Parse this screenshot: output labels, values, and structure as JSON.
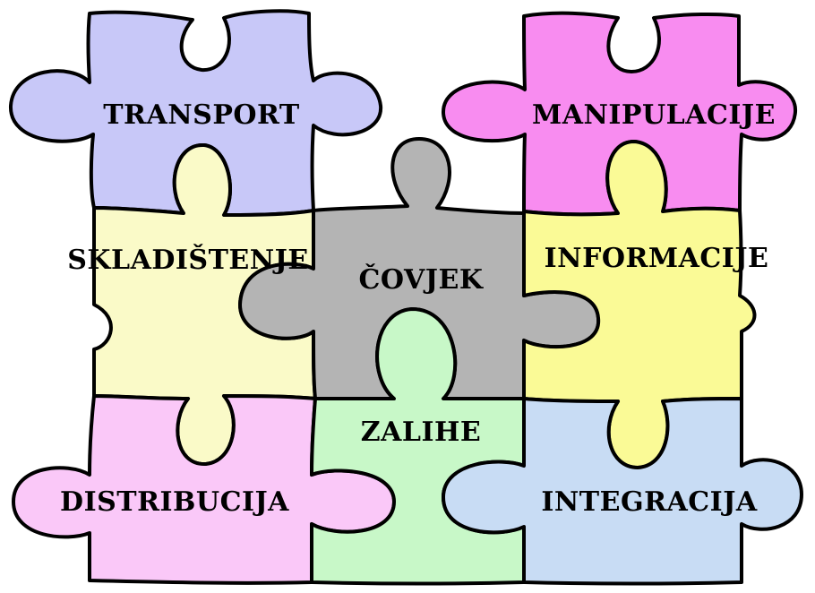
{
  "diagram": {
    "pieces": [
      {
        "id": "transport",
        "label": "TRANSPORT",
        "color": "#c8c8f8"
      },
      {
        "id": "manipulacije",
        "label": "MANIPULACIJE",
        "color": "#f88cf0"
      },
      {
        "id": "skladistenje",
        "label": "SKLADIŠTENJE",
        "color": "#fafac8"
      },
      {
        "id": "covjek",
        "label": "ČOVJEK",
        "color": "#b4b4b4"
      },
      {
        "id": "informacije",
        "label": "INFORMACIJE",
        "color": "#fafa96"
      },
      {
        "id": "distribucija",
        "label": "DISTRIBUCIJA",
        "color": "#fac8f8"
      },
      {
        "id": "zalihe",
        "label": "ZALIHE",
        "color": "#c8f8c8"
      },
      {
        "id": "integracija",
        "label": "INTEGRACIJA",
        "color": "#c8dcf4"
      }
    ]
  }
}
